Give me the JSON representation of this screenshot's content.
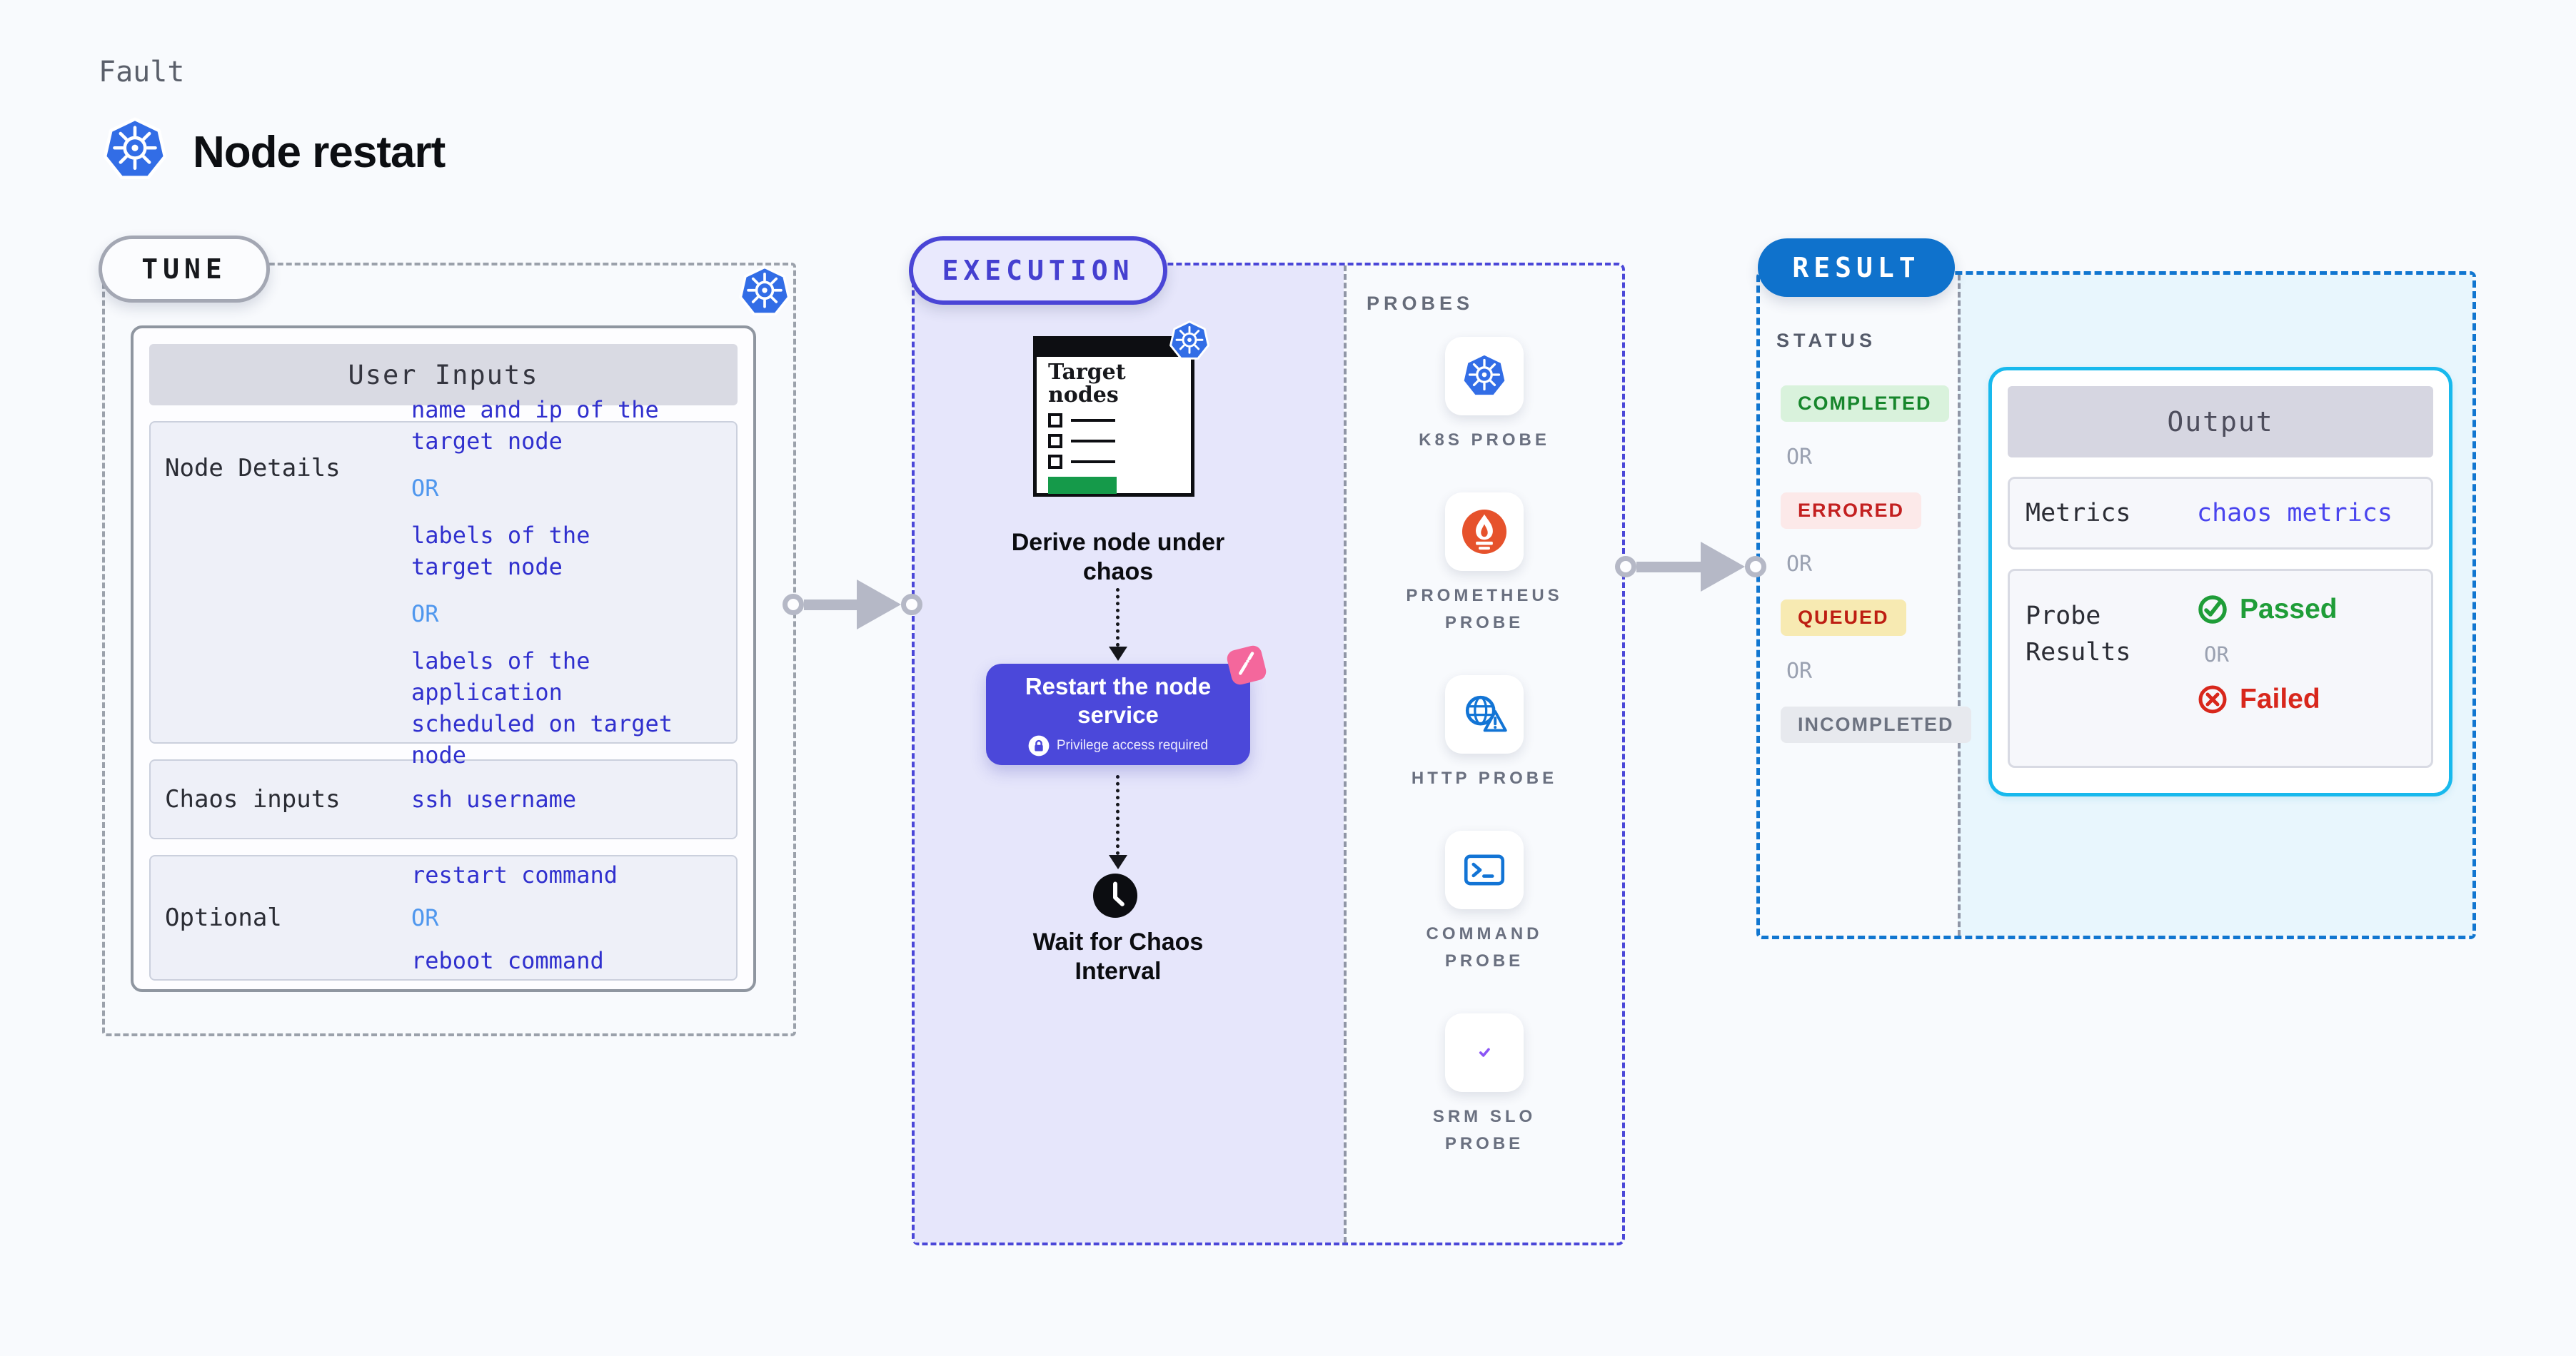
{
  "header": {
    "eyebrow": "Fault",
    "title": "Node restart"
  },
  "tune": {
    "pill": "TUNE",
    "table": {
      "header": "User Inputs",
      "rows": [
        {
          "label": "Node Details",
          "values": [
            "name and ip of the\ntarget node",
            "OR",
            "labels of the\ntarget node",
            "OR",
            "labels of the application\nscheduled on target node"
          ]
        },
        {
          "label": "Chaos inputs",
          "values": [
            "ssh username"
          ]
        },
        {
          "label": "Optional",
          "values": [
            "restart command",
            "OR",
            "reboot command"
          ]
        }
      ]
    }
  },
  "execution": {
    "pill": "EXECUTION",
    "target_card": {
      "title": "Target\nnodes"
    },
    "derive_caption": "Derive node under\nchaos",
    "restart": {
      "title": "Restart the node\nservice",
      "note": "Privilege access required"
    },
    "wait_caption": "Wait for Chaos\nInterval"
  },
  "probes": {
    "heading": "PROBES",
    "items": [
      {
        "label": "K8S PROBE",
        "icon": "kubernetes-icon"
      },
      {
        "label": "PROMETHEUS\nPROBE",
        "icon": "prometheus-icon"
      },
      {
        "label": "HTTP PROBE",
        "icon": "globe-warning-icon"
      },
      {
        "label": "COMMAND\nPROBE",
        "icon": "terminal-icon"
      },
      {
        "label": "SRM SLO\nPROBE",
        "icon": "slo-pie-icon"
      }
    ]
  },
  "result": {
    "pill": "RESULT",
    "status": {
      "heading": "STATUS",
      "or": "OR",
      "badges": [
        {
          "label": "COMPLETED",
          "fg": "#17862c",
          "bg": "#d9f2dc"
        },
        {
          "label": "ERRORED",
          "fg": "#c32020",
          "bg": "#fce9e9"
        },
        {
          "label": "QUEUED",
          "fg": "#bd1e12",
          "bg": "#f7eab2"
        },
        {
          "label": "INCOMPLETED",
          "fg": "#6c7280",
          "bg": "#e7e9ee"
        }
      ]
    },
    "output": {
      "header": "Output",
      "metrics_label": "Metrics",
      "metrics_value": "chaos metrics",
      "probe_results_label": "Probe Results",
      "passed": "Passed",
      "or": "OR",
      "failed": "Failed"
    }
  },
  "colors": {
    "kubernetes_blue": "#326de6",
    "accent_indigo": "#4b48d8",
    "lavender_bg": "#e6e6fb",
    "result_blue": "#1176d0",
    "result_pill_blue": "#0f72cc",
    "cyan_border": "#18b9ed",
    "cyan_bg": "#e8f6fd",
    "value_blue": "#3030ce",
    "or_light_blue": "#4f97ee",
    "passed_green": "#1f9d38",
    "failed_red": "#d8271c",
    "prometheus_orange": "#e6522c",
    "srm_purple": "#8b55f6",
    "chaos_pink": "#f4679c",
    "arrow_gray": "#b5b8c6",
    "target_green": "#159a4a"
  }
}
